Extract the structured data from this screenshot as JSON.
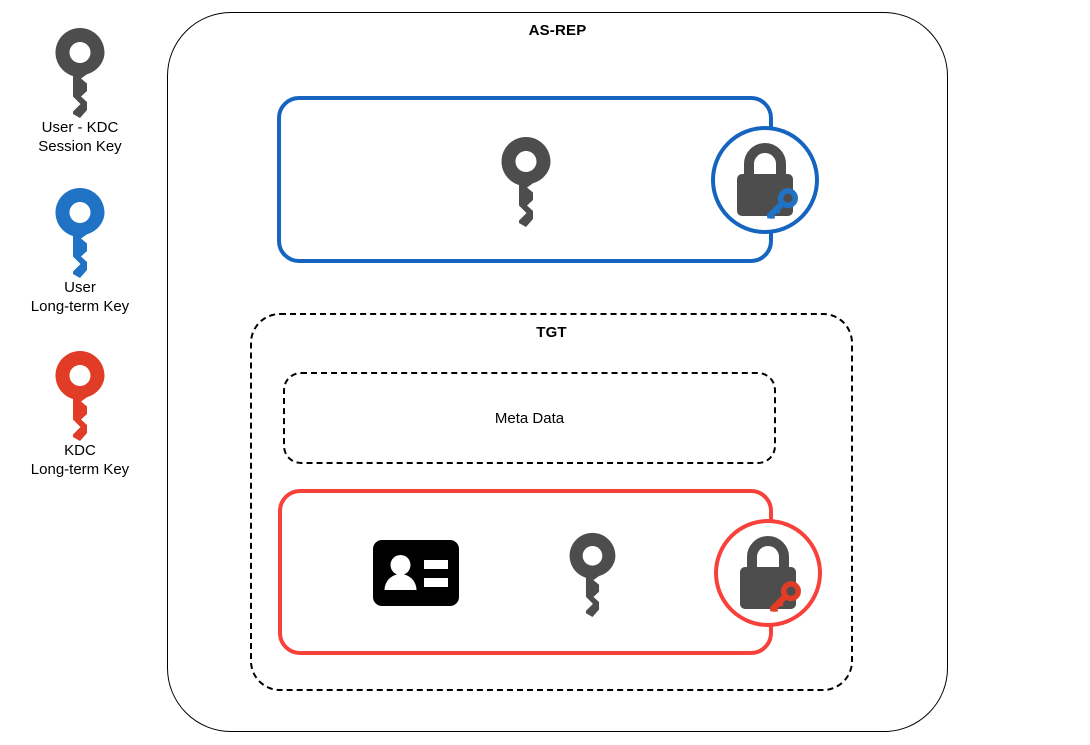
{
  "legend": {
    "items": [
      {
        "icon": "key-icon",
        "color": "#4d4d4d",
        "label": "User - KDC\nSession Key",
        "name": "user-kdc-session-key"
      },
      {
        "icon": "key-icon",
        "color": "#1f72c4",
        "label": "User\nLong-term Key",
        "name": "user-long-term-key"
      },
      {
        "icon": "key-icon",
        "color": "#E03C26",
        "label": "KDC\nLong-term Key",
        "name": "kdc-long-term-key"
      }
    ]
  },
  "diagram": {
    "as_rep": {
      "title": "AS-REP",
      "blue_envelope": {
        "border_color": "#1565C0",
        "contents": [
          {
            "icon": "key-icon",
            "name": "session-key-icon",
            "color": "#4d4d4d"
          }
        ],
        "lock": {
          "name": "blue-padlock-icon",
          "body_color": "#4d4d4d",
          "key_color": "#1f72c4",
          "circle_color": "#1565C0"
        }
      },
      "tgt": {
        "title": "TGT",
        "meta_data": {
          "label": "Meta Data"
        },
        "red_envelope": {
          "border_color": "#F7413A",
          "contents": [
            {
              "icon": "id-card-icon",
              "name": "user-identity-icon",
              "color": "#000000"
            },
            {
              "icon": "key-icon",
              "name": "session-key-icon",
              "color": "#4d4d4d"
            }
          ],
          "lock": {
            "name": "red-padlock-icon",
            "body_color": "#4d4d4d",
            "key_color": "#E03C26",
            "circle_color": "#F7413A"
          }
        }
      }
    }
  },
  "colors": {
    "dark_gray": "#4d4d4d",
    "blue": "#1f72c4",
    "blue_border": "#1565C0",
    "red": "#E03C26",
    "red_border": "#F7413A",
    "black": "#000000"
  }
}
